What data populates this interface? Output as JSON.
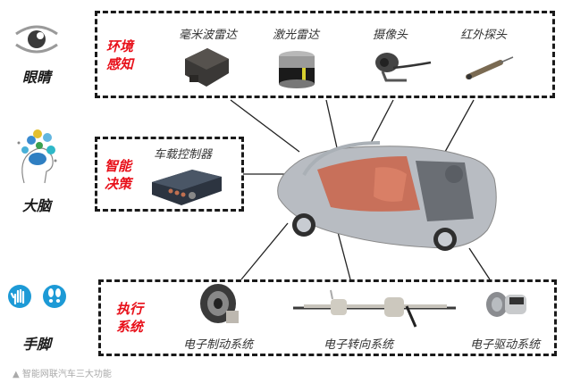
{
  "title": "智能网联汽车三大功能",
  "caption": {
    "marker": "▲",
    "text": "智能网联汽车三大功能"
  },
  "left_column": [
    {
      "icon": "eye-icon",
      "label": "眼睛"
    },
    {
      "icon": "brain-icon",
      "label": "大脑"
    },
    {
      "icon": "hand-foot-icon",
      "label": "手脚"
    }
  ],
  "groups": [
    {
      "category": [
        "环境",
        "感知"
      ],
      "items": [
        {
          "label": "毫米波雷达",
          "icon": "mmwave-radar-icon"
        },
        {
          "label": "激光雷达",
          "icon": "lidar-icon"
        },
        {
          "label": "摄像头",
          "icon": "camera-icon"
        },
        {
          "label": "红外探头",
          "icon": "infrared-probe-icon"
        }
      ]
    },
    {
      "category": [
        "智能",
        "决策"
      ],
      "items": [
        {
          "label": "车载控制器",
          "icon": "vehicle-controller-icon"
        }
      ]
    },
    {
      "category": [
        "执行",
        "系统"
      ],
      "items": [
        {
          "label": "电子制动系统",
          "icon": "electronic-brake-icon"
        },
        {
          "label": "电子转向系统",
          "icon": "electronic-steering-icon"
        },
        {
          "label": "电子驱动系统",
          "icon": "electronic-drive-icon"
        }
      ]
    }
  ],
  "colors": {
    "accent_red": "#e8101a",
    "icon_blue": "#1d9ad6",
    "border": "#1a1a1a"
  }
}
